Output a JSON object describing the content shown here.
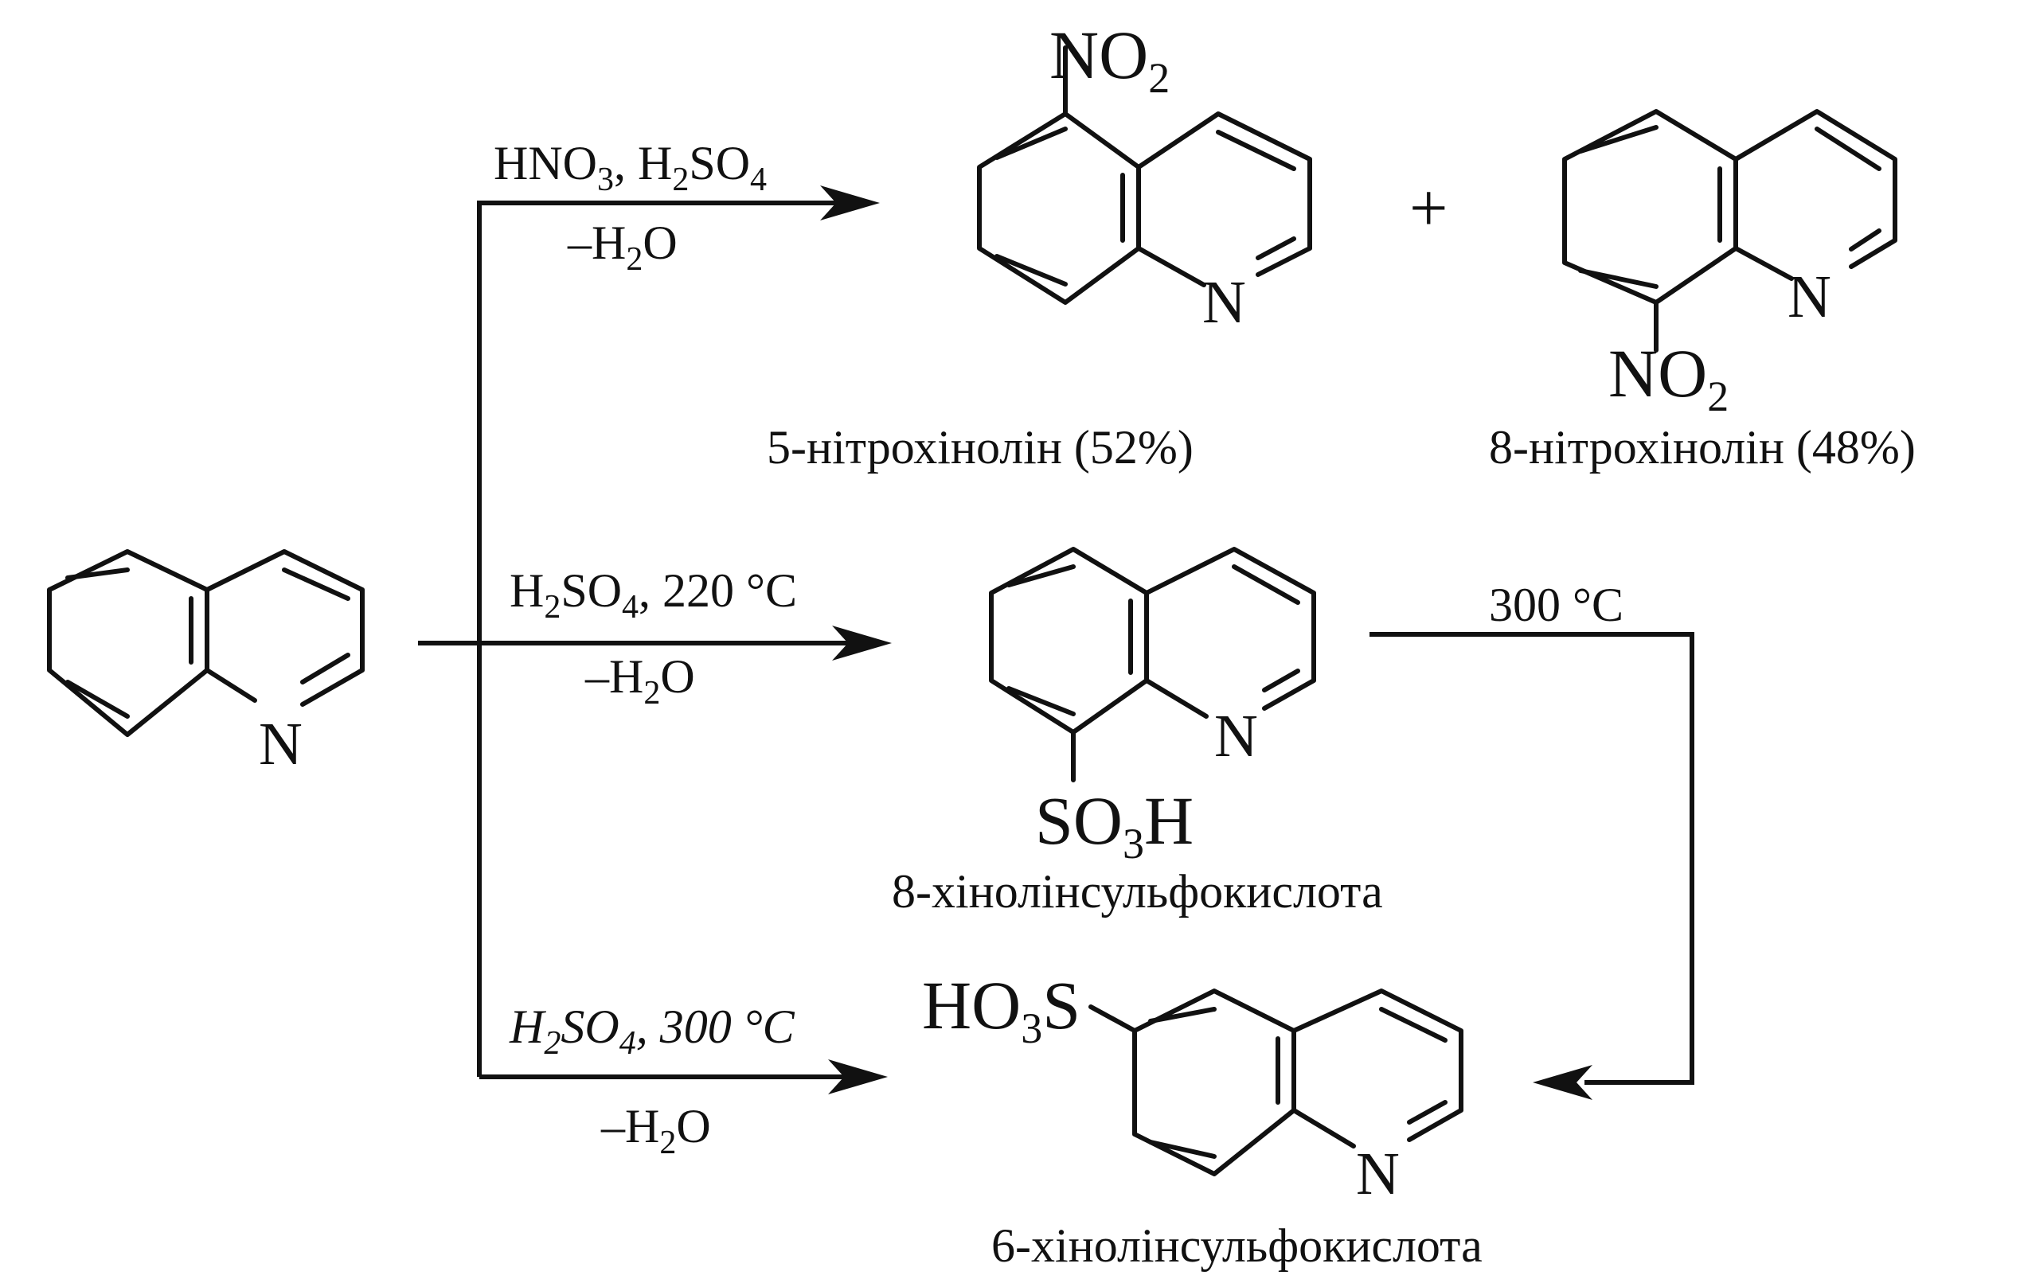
{
  "reagents": {
    "nitration": {
      "line1": "HNO<sub>3</sub>, H<sub>2</sub>SO<sub>4</sub>",
      "line2": "–H<sub>2</sub>O"
    },
    "sulfonation_220": {
      "line1": "H<sub>2</sub>SO<sub>4</sub>, 220 °C",
      "line2": "–H<sub>2</sub>O"
    },
    "sulfonation_300": {
      "line1": "H<sub>2</sub>SO<sub>4</sub>, 300 °C",
      "line2": "–H<sub>2</sub>O"
    },
    "rearrangement": {
      "line1": "300 °C"
    }
  },
  "products": {
    "nitro5": {
      "label": "5-нітрохінолін (52%)",
      "substituent": "NO<sub>2</sub>"
    },
    "nitro8": {
      "label": "8-нітрохінолін (48%)",
      "substituent": "NO<sub>2</sub>"
    },
    "sulfo8": {
      "label": "8-хінолінсульфокислота",
      "substituent": "SO<sub>3</sub>H"
    },
    "sulfo6": {
      "label": "6-хінолінсульфокислота",
      "substituent": "HO<sub>3</sub>S"
    }
  },
  "symbols": {
    "plus": "+",
    "nitrogen": "N"
  }
}
